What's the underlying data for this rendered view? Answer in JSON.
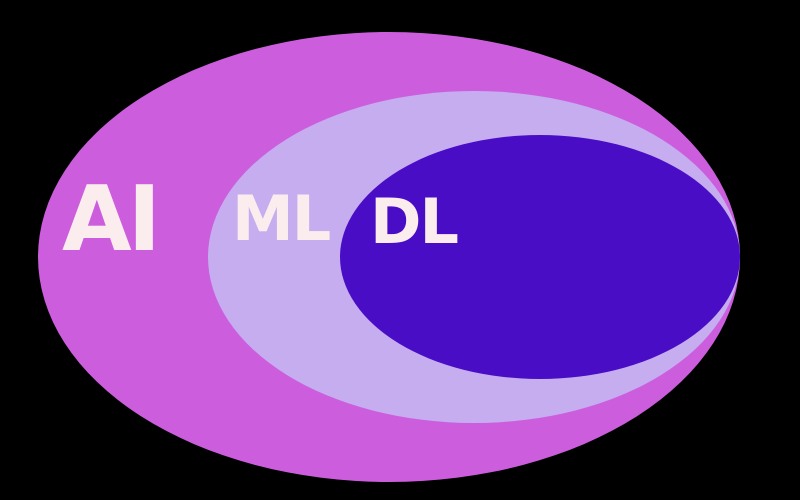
{
  "diagram": {
    "type": "nested-euler-diagram",
    "labels": {
      "ai": "AI",
      "ml": "ML",
      "dl": "DL"
    },
    "colors": {
      "background": "#000000",
      "ai_ellipse": "#CC5EDE",
      "ml_ellipse": "#C5ADF0",
      "dl_ellipse": "#4A0DC6",
      "label_text": "#FBEDEE"
    }
  }
}
